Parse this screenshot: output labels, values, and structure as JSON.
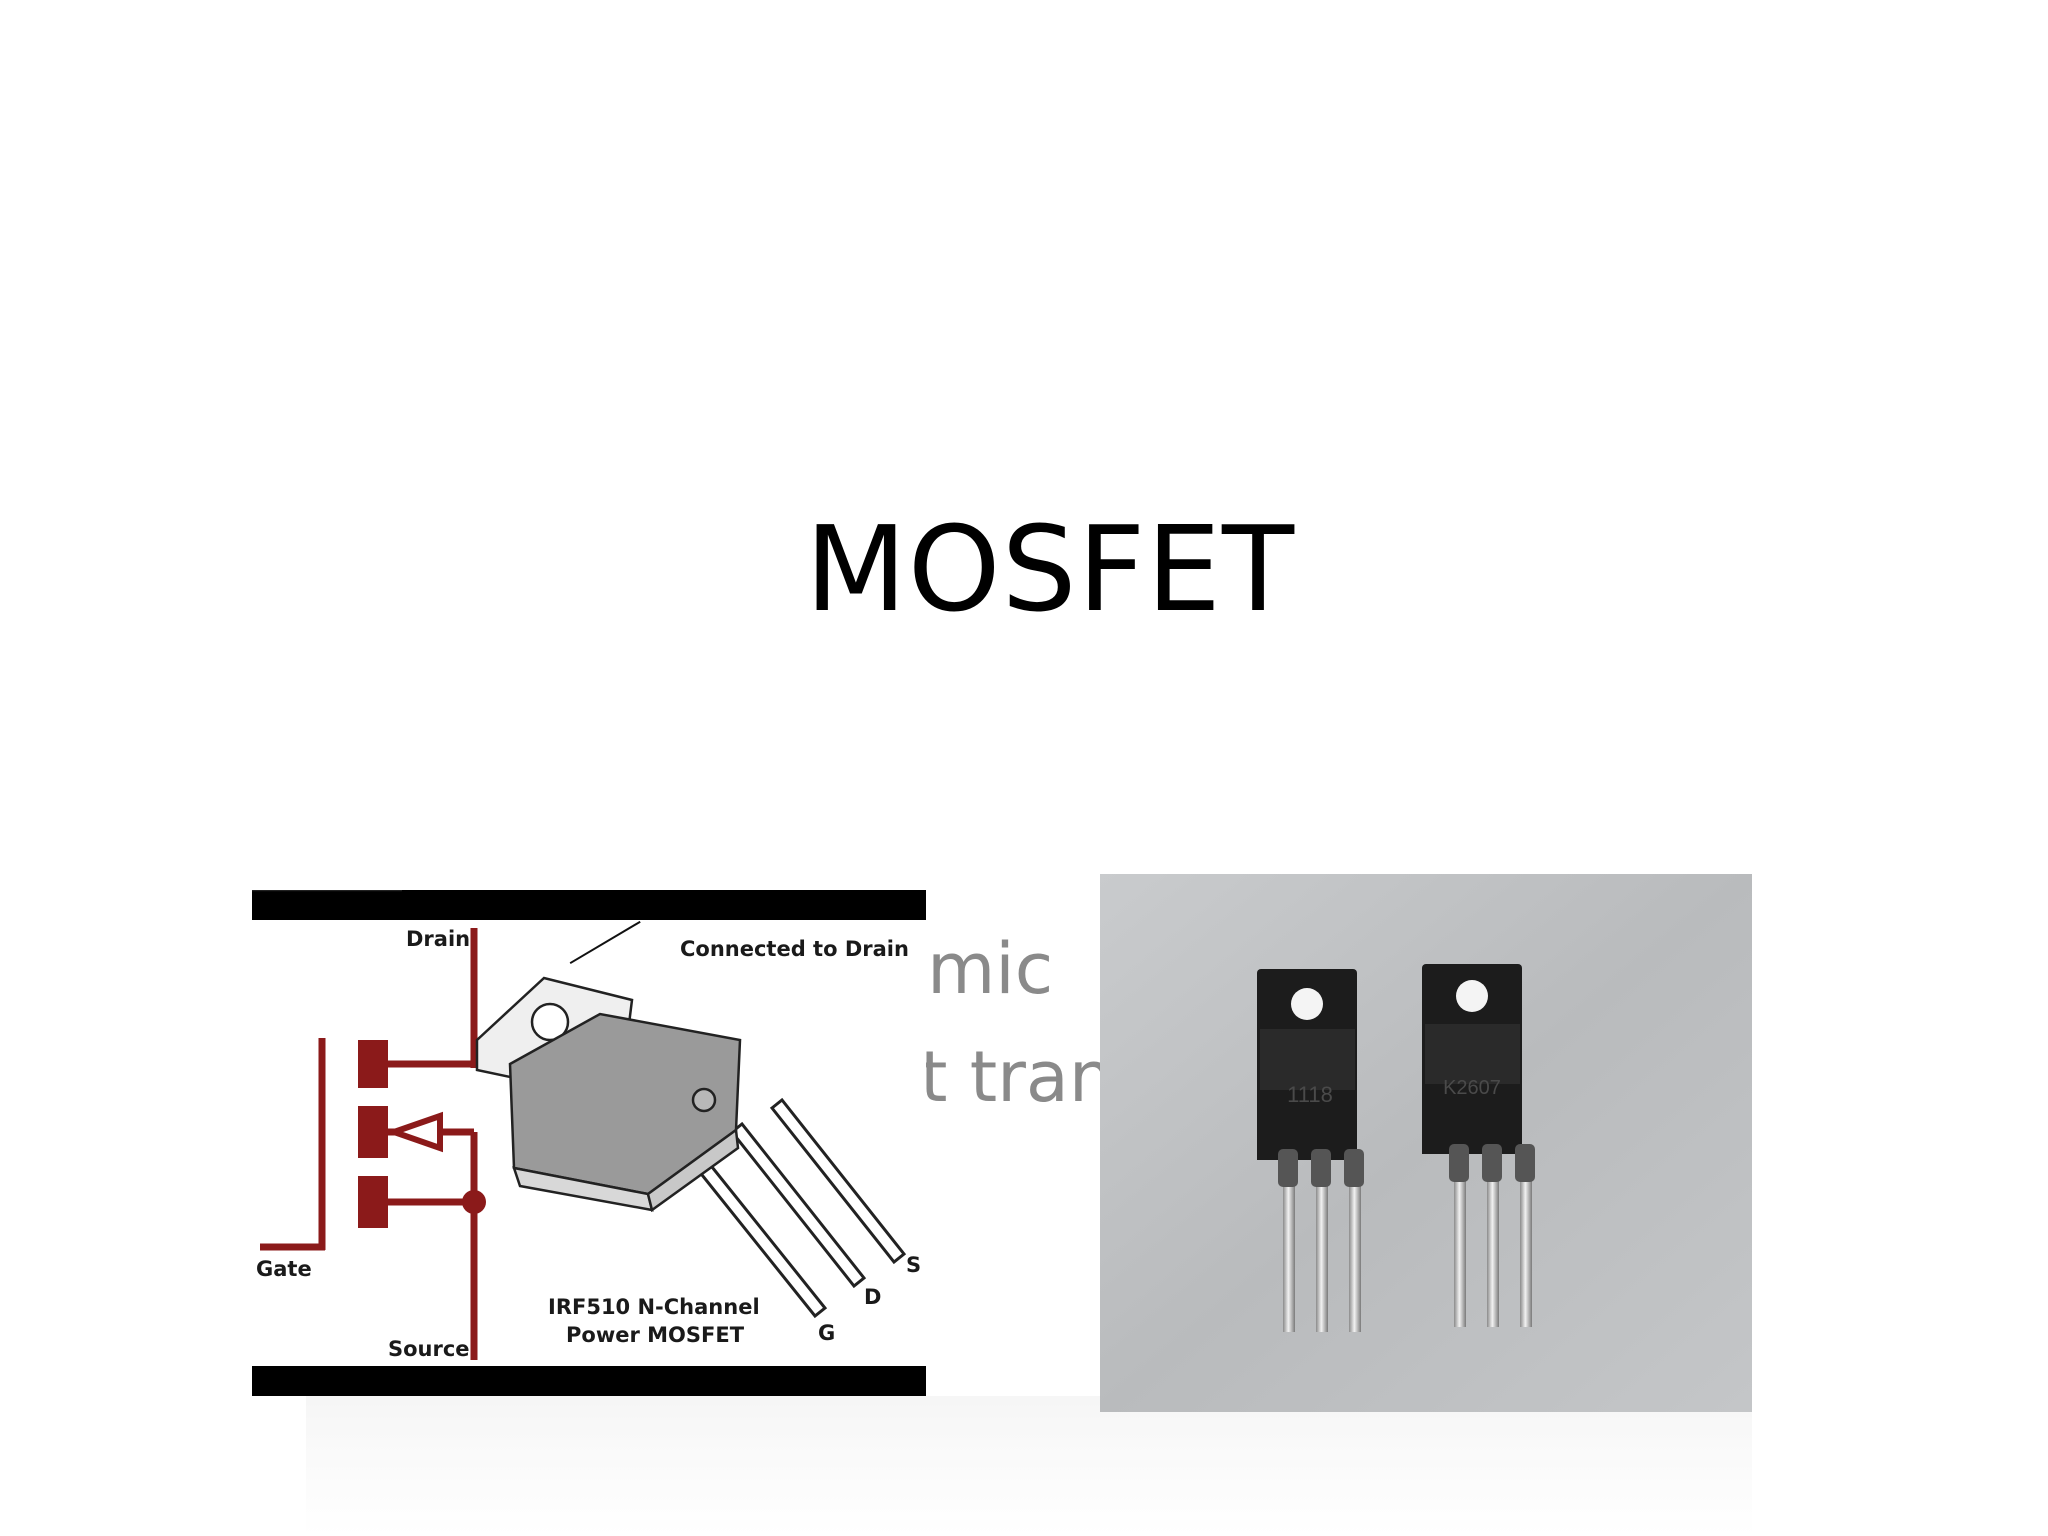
{
  "slide": {
    "title": "MOSFET",
    "subtitle_lines": [
      "emic",
      "t tran"
    ]
  },
  "diagram": {
    "labels": {
      "drain": "Drain",
      "gate": "Gate",
      "source": "Source",
      "connected": "Connected to Drain",
      "part_line1": "IRF510 N-Channel",
      "part_line2": "Power MOSFET",
      "pin_g": "G",
      "pin_d": "D",
      "pin_s": "S"
    },
    "colors": {
      "symbol": "#8b1a1a",
      "bars": "#000000"
    }
  },
  "photo": {
    "visible_markings": [
      "1118",
      "K2607"
    ]
  }
}
